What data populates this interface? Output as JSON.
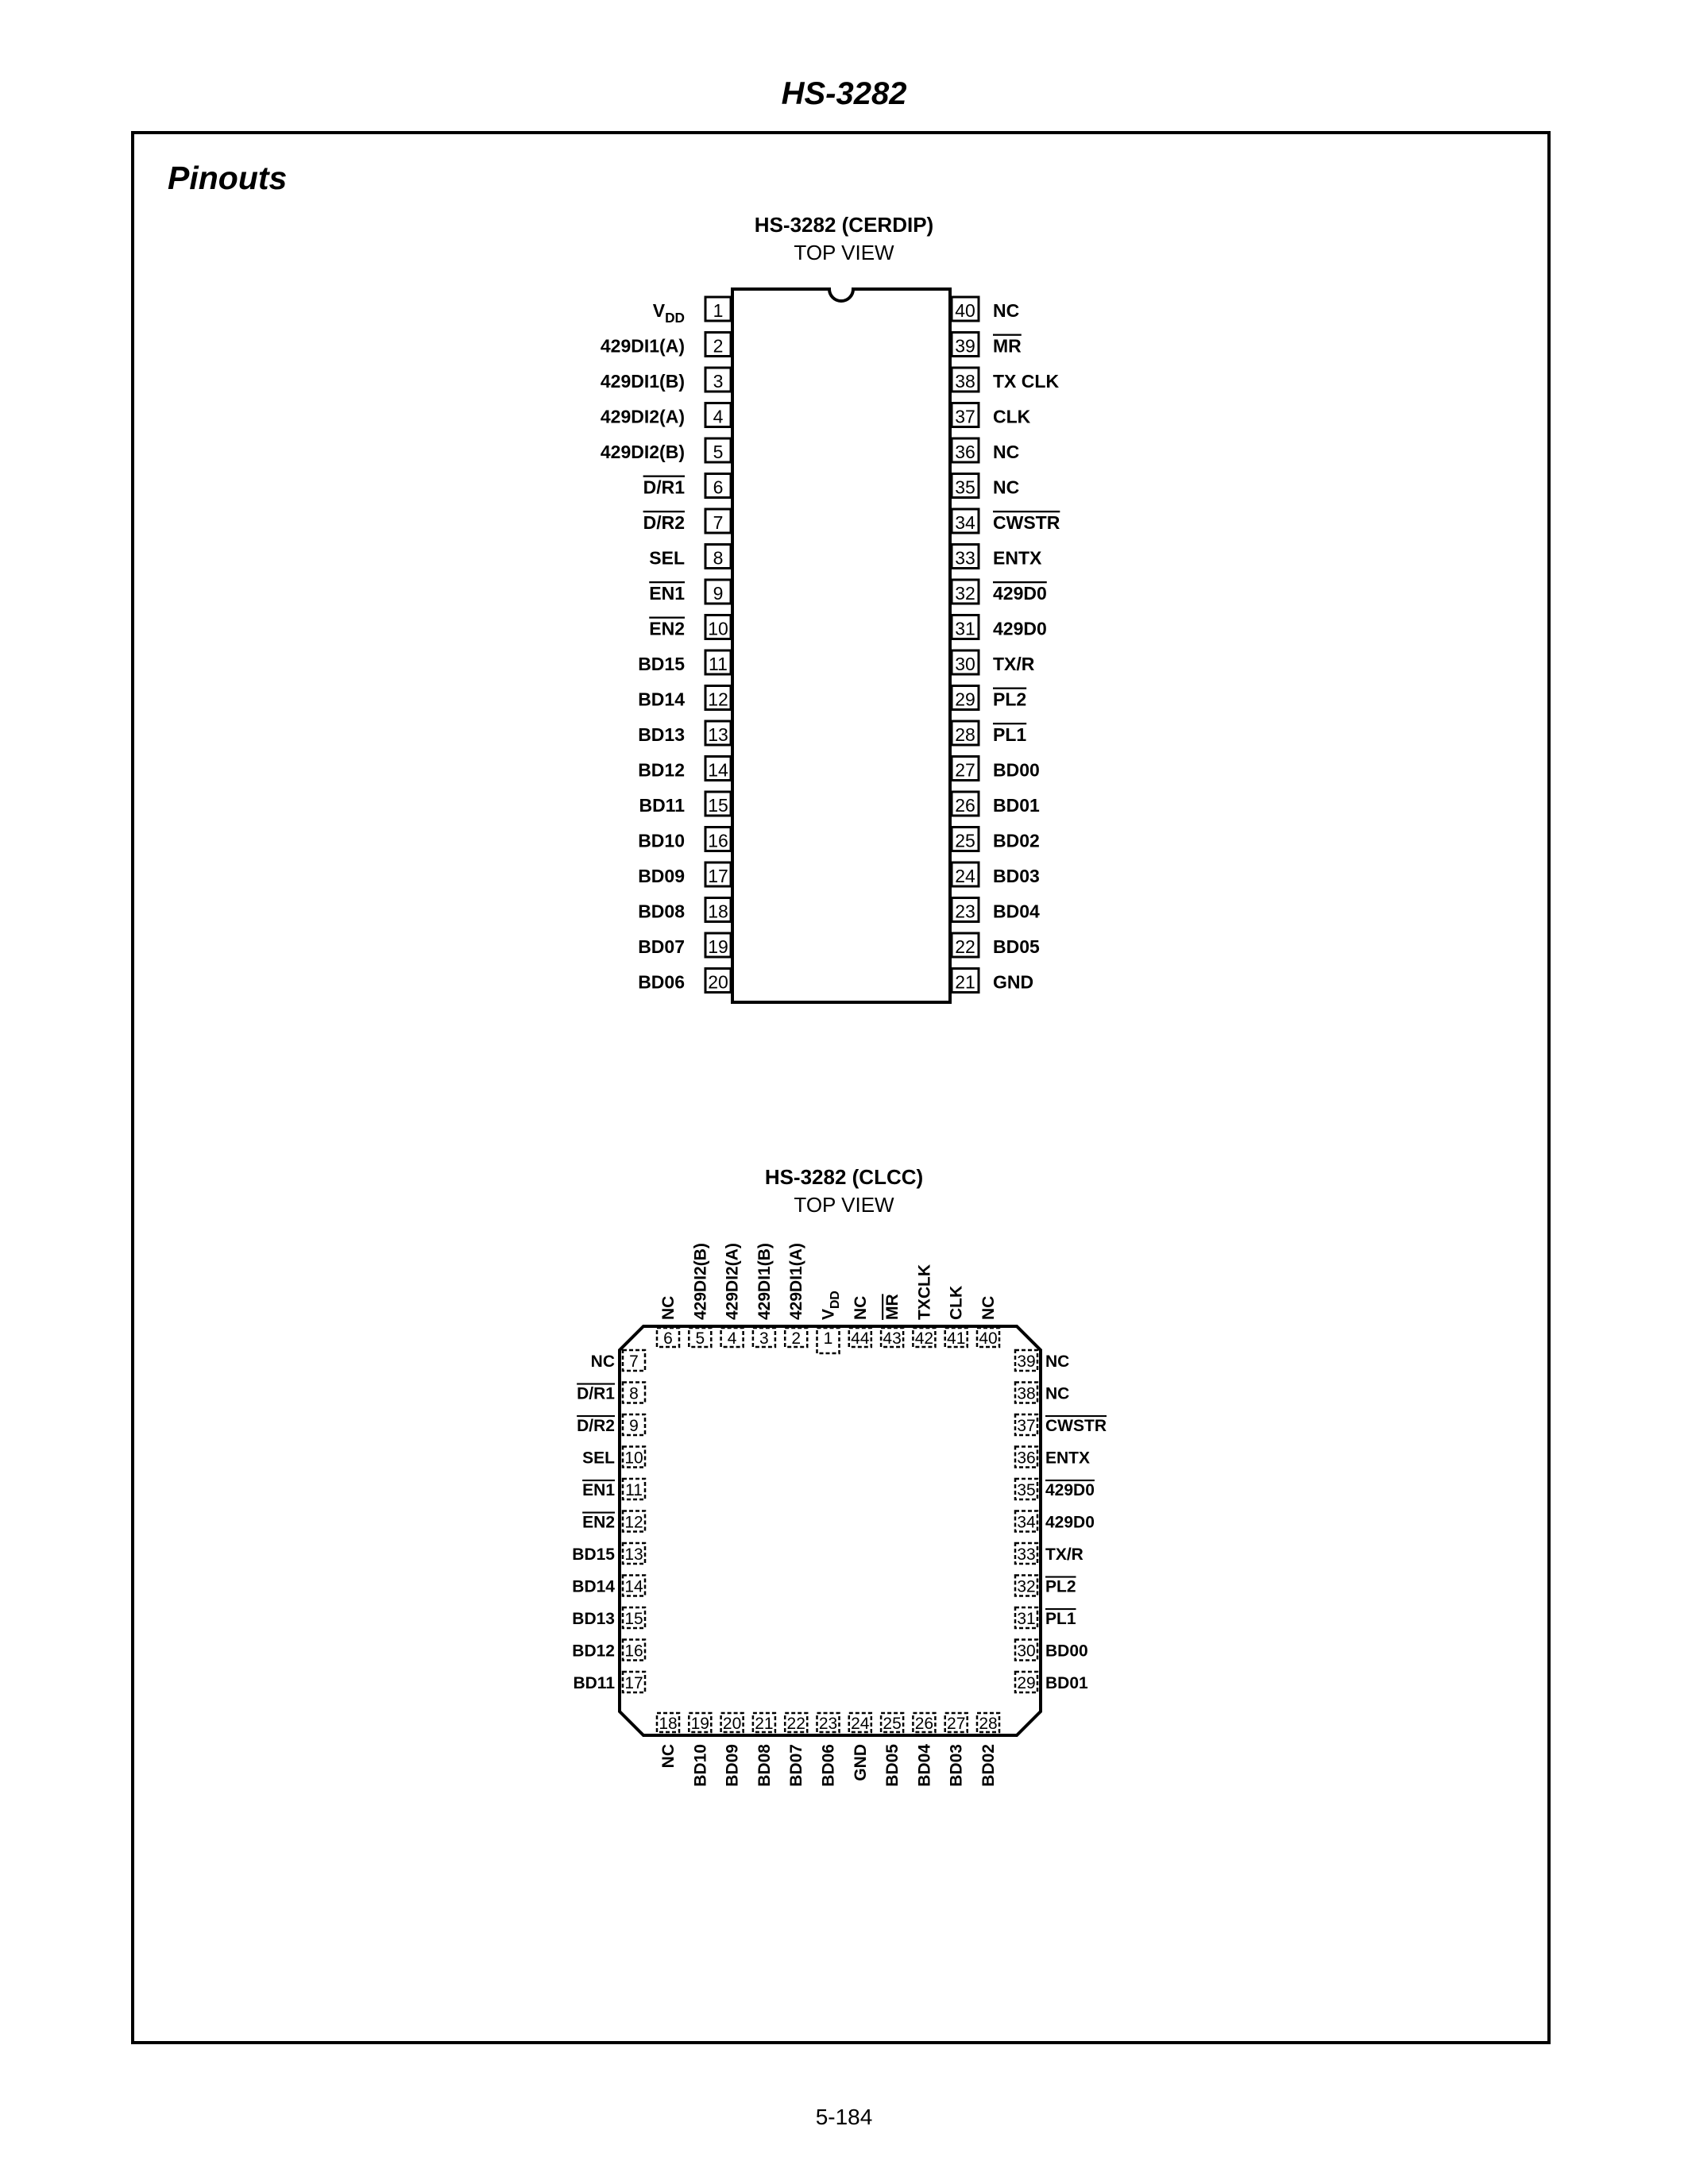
{
  "header": {
    "title": "HS-3282"
  },
  "section": {
    "title": "Pinouts"
  },
  "dip": {
    "title": "HS-3282 (CERDIP)",
    "subtitle": "TOP VIEW",
    "left_pins": [
      {
        "num": "1",
        "label": "V",
        "sub": "DD"
      },
      {
        "num": "2",
        "label": "429DI1(A)"
      },
      {
        "num": "3",
        "label": "429DI1(B)"
      },
      {
        "num": "4",
        "label": "429DI2(A)"
      },
      {
        "num": "5",
        "label": "429DI2(B)"
      },
      {
        "num": "6",
        "label": "D/R1",
        "overline": true
      },
      {
        "num": "7",
        "label": "D/R2",
        "overline": true
      },
      {
        "num": "8",
        "label": "SEL"
      },
      {
        "num": "9",
        "label": "EN1",
        "overline": true
      },
      {
        "num": "10",
        "label": "EN2",
        "overline": true
      },
      {
        "num": "11",
        "label": "BD15"
      },
      {
        "num": "12",
        "label": "BD14"
      },
      {
        "num": "13",
        "label": "BD13"
      },
      {
        "num": "14",
        "label": "BD12"
      },
      {
        "num": "15",
        "label": "BD11"
      },
      {
        "num": "16",
        "label": "BD10"
      },
      {
        "num": "17",
        "label": "BD09"
      },
      {
        "num": "18",
        "label": "BD08"
      },
      {
        "num": "19",
        "label": "BD07"
      },
      {
        "num": "20",
        "label": "BD06"
      }
    ],
    "right_pins": [
      {
        "num": "40",
        "label": "NC"
      },
      {
        "num": "39",
        "label": "MR",
        "overline": true
      },
      {
        "num": "38",
        "label": "TX CLK"
      },
      {
        "num": "37",
        "label": "CLK"
      },
      {
        "num": "36",
        "label": "NC"
      },
      {
        "num": "35",
        "label": "NC"
      },
      {
        "num": "34",
        "label": "CWSTR",
        "overline": true
      },
      {
        "num": "33",
        "label": "ENTX"
      },
      {
        "num": "32",
        "label": "429D0",
        "overline": true
      },
      {
        "num": "31",
        "label": "429D0"
      },
      {
        "num": "30",
        "label": "TX/R"
      },
      {
        "num": "29",
        "label": "PL2",
        "overline": true
      },
      {
        "num": "28",
        "label": "PL1",
        "overline": true
      },
      {
        "num": "27",
        "label": "BD00"
      },
      {
        "num": "26",
        "label": "BD01"
      },
      {
        "num": "25",
        "label": "BD02"
      },
      {
        "num": "24",
        "label": "BD03"
      },
      {
        "num": "23",
        "label": "BD04"
      },
      {
        "num": "22",
        "label": "BD05"
      },
      {
        "num": "21",
        "label": "GND"
      }
    ]
  },
  "clcc": {
    "title": "HS-3282 (CLCC)",
    "subtitle": "TOP VIEW",
    "top_pins": [
      {
        "num": "6",
        "label": "NC"
      },
      {
        "num": "5",
        "label": "429DI2(B)"
      },
      {
        "num": "4",
        "label": "429DI2(A)"
      },
      {
        "num": "3",
        "label": "429DI1(B)"
      },
      {
        "num": "2",
        "label": "429DI1(A)"
      },
      {
        "num": "1",
        "label": "V",
        "sub": "DD"
      },
      {
        "num": "44",
        "label": "NC"
      },
      {
        "num": "43",
        "label": "MR",
        "overline": true
      },
      {
        "num": "42",
        "label": "TXCLK"
      },
      {
        "num": "41",
        "label": "CLK"
      },
      {
        "num": "40",
        "label": "NC"
      }
    ],
    "left_pins": [
      {
        "num": "7",
        "label": "NC"
      },
      {
        "num": "8",
        "label": "D/R1",
        "overline": true
      },
      {
        "num": "9",
        "label": "D/R2",
        "overline": true
      },
      {
        "num": "10",
        "label": "SEL"
      },
      {
        "num": "11",
        "label": "EN1",
        "overline": true
      },
      {
        "num": "12",
        "label": "EN2",
        "overline": true
      },
      {
        "num": "13",
        "label": "BD15"
      },
      {
        "num": "14",
        "label": "BD14"
      },
      {
        "num": "15",
        "label": "BD13"
      },
      {
        "num": "16",
        "label": "BD12"
      },
      {
        "num": "17",
        "label": "BD11"
      }
    ],
    "right_pins": [
      {
        "num": "39",
        "label": "NC"
      },
      {
        "num": "38",
        "label": "NC"
      },
      {
        "num": "37",
        "label": "CWSTR",
        "overline": true
      },
      {
        "num": "36",
        "label": "ENTX"
      },
      {
        "num": "35",
        "label": "429D0",
        "overline": true
      },
      {
        "num": "34",
        "label": "429D0"
      },
      {
        "num": "33",
        "label": "TX/R"
      },
      {
        "num": "32",
        "label": "PL2",
        "overline": true
      },
      {
        "num": "31",
        "label": "PL1",
        "overline": true
      },
      {
        "num": "30",
        "label": "BD00"
      },
      {
        "num": "29",
        "label": "BD01"
      }
    ],
    "bottom_pins": [
      {
        "num": "18",
        "label": "NC"
      },
      {
        "num": "19",
        "label": "BD10"
      },
      {
        "num": "20",
        "label": "BD09"
      },
      {
        "num": "21",
        "label": "BD08"
      },
      {
        "num": "22",
        "label": "BD07"
      },
      {
        "num": "23",
        "label": "BD06"
      },
      {
        "num": "24",
        "label": "GND"
      },
      {
        "num": "25",
        "label": "BD05"
      },
      {
        "num": "26",
        "label": "BD04"
      },
      {
        "num": "27",
        "label": "BD03"
      },
      {
        "num": "28",
        "label": "BD02"
      }
    ]
  },
  "footer": {
    "page_number": "5-184"
  }
}
